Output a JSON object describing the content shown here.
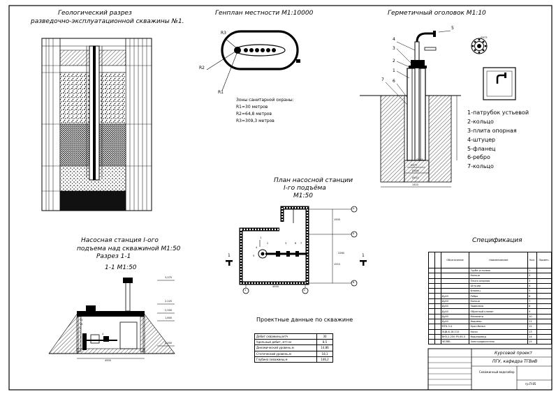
{
  "titles": {
    "geo_section_line1": "Геологический разрез",
    "geo_section_line2": "разведочно-эксплуатационной скважины №1.",
    "site_plan": "Генплан местности М1:10000",
    "wellhead": "Герметичный оголовок М1:10",
    "pump_plan_line1": "План насосной станции",
    "pump_plan_line2": "I-го подъёма",
    "pump_plan_line3": "М1:50",
    "pump_section_line1": "Насосная станция I-ого",
    "pump_section_line2": "подъема над скважиной М1:50",
    "pump_section_line3": "Разрез 1-1",
    "pump_section_scale": "1-1 М1:50",
    "spec": "Спецификация",
    "design_data": "Проектные данные по скважине"
  },
  "site_plan": {
    "zones_title": "Зоны санитарной охраны:",
    "zones": [
      "R1=30      метров",
      "R2=64,8 метров",
      "R3=309,3 метров"
    ],
    "labels": [
      "R3",
      "R2",
      "R1"
    ]
  },
  "wellhead": {
    "callouts": [
      "5",
      "4",
      "3",
      "2",
      "1",
      "7",
      "6"
    ],
    "legend": [
      "1-патрубок устьевой",
      "2-кольцо",
      "3-плита опорная",
      "4-штуцер",
      "5-фланец",
      "6-ребро",
      "7-кольцо"
    ],
    "dims": [
      "Ø377",
      "Ø325",
      "Ø426",
      "Ø411",
      "Ø473",
      "1410"
    ]
  },
  "pump_plan": {
    "axis_labels": [
      "A",
      "Б",
      "В",
      "1",
      "2"
    ],
    "section_marks": [
      "1",
      "1"
    ],
    "dims": [
      "4500",
      "1500",
      "2260",
      "1510"
    ],
    "callouts": [
      "1",
      "2",
      "3",
      "4",
      "5",
      "6",
      "7"
    ]
  },
  "pump_section": {
    "elevations": [
      "3,075",
      "2,225",
      "2,500",
      "1,800",
      "0,000"
    ],
    "dim": "4500",
    "callouts": [
      "11",
      "10",
      "8",
      "9",
      "1",
      "3",
      "2",
      "4"
    ]
  },
  "design_table": [
    {
      "label": "Дебит скважины,м³/ч",
      "value": "30"
    },
    {
      "label": "Удельный дебит, м³/ч·м",
      "value": "8,5"
    },
    {
      "label": "Динамический уровень,м",
      "value": "14,86"
    },
    {
      "label": "Статический уровень,м",
      "value": "18,1"
    },
    {
      "label": "Глубина скважины,м",
      "value": "146,2"
    }
  ],
  "spec": {
    "headers": [
      "Обозначение",
      "Наименование",
      "Кол.",
      "Примеч."
    ],
    "rows": [
      {
        "pos": "1",
        "code": "",
        "name": "Труба устьевая"
      },
      {
        "pos": "2",
        "code": "",
        "name": "Кольцо"
      },
      {
        "pos": "3",
        "code": "",
        "name": "Плита опорная"
      },
      {
        "pos": "4",
        "code": "",
        "name": "Штуцер"
      },
      {
        "pos": "5",
        "code": "",
        "name": "Фланец"
      },
      {
        "pos": "6",
        "code": "Ду40",
        "name": "Ребро"
      },
      {
        "pos": "7",
        "code": "Ду40",
        "name": "Кольцо"
      },
      {
        "pos": "8",
        "code": "Ду40",
        "name": "Задвижка"
      },
      {
        "pos": "9",
        "code": "Ду40",
        "name": "Обратный клапан"
      },
      {
        "pos": "10",
        "code": "Ду40",
        "name": "Манометр"
      },
      {
        "pos": "11",
        "code": "Ду40",
        "name": "Водомер"
      },
      {
        "pos": "12",
        "code": "МТБ-3-4",
        "name": "Кран-балка"
      },
      {
        "pos": "13",
        "code": "ЭЦВ-6-16-110",
        "name": "Насос"
      },
      {
        "pos": "14",
        "code": "ВНЗ-2-250-Р5-65-5",
        "name": "Водопровод"
      },
      {
        "pos": "15",
        "code": "ЧЕЛЯБ",
        "name": "Электродвигатель"
      }
    ]
  },
  "title_block": {
    "project": "Курсовой проект",
    "org": "ПГУ, кафедра ТГВиВ",
    "sheet_name": "Скважинный водозабор",
    "code": "гр.П-85"
  }
}
